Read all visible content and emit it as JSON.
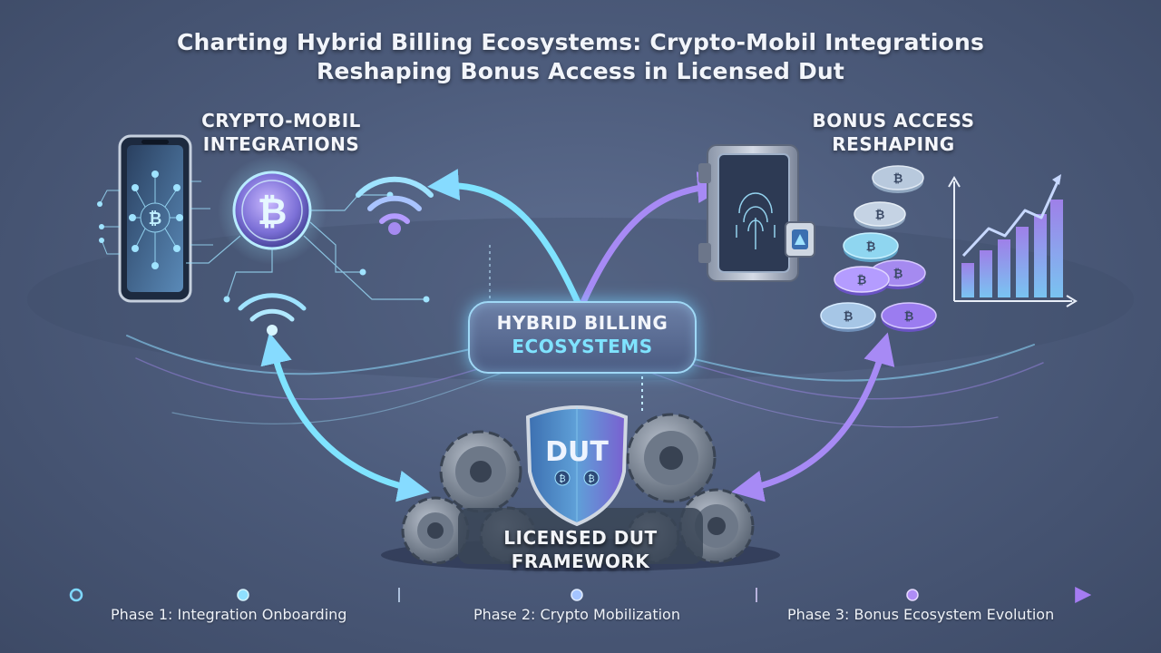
{
  "title": {
    "line1": "Charting Hybrid Billing Ecosystems: Crypto-Mobil Integrations",
    "line2": "Reshaping Bonus Access in Licensed Dut"
  },
  "sections": {
    "crypto": {
      "line1": "CRYPTO-MOBIL",
      "line2": "INTEGRATIONS"
    },
    "bonus": {
      "line1": "BONUS ACCESS",
      "line2": "RESHAPING"
    }
  },
  "hub": {
    "line1": "HYBRID BILLING",
    "line2": "ECOSYSTEMS"
  },
  "framework": {
    "shield_text": "DUT",
    "line1": "LICENSED DUT",
    "line2": "FRAMEWORK"
  },
  "coin_symbol": "₿",
  "timeline": {
    "phases": [
      "Phase 1: Integration Onboarding",
      "Phase 2: Crypto Mobilization",
      "Phase 3: Bonus Ecosystem Evolution"
    ]
  },
  "colors": {
    "cyan_accent": "#7fe3ff",
    "violet_accent": "#9b7cf0",
    "background": "#4d5c7c"
  }
}
